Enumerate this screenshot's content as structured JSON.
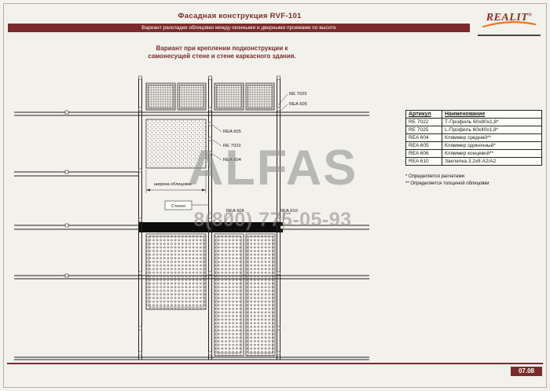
{
  "colors": {
    "accent_maroon": "#7b2b2b",
    "logo_orange": "#e87722",
    "watermark_gray": "#8a8a8a"
  },
  "header": {
    "title": "Фасадная конструкция RVF-101",
    "subtitle": "Вариант раскладки облицовки между оконными и дверными проемами по высоте"
  },
  "logo": {
    "name": "REALIT",
    "reg": "®"
  },
  "drawing": {
    "caption_line1": "Вариант при креплении подконструкции к",
    "caption_line2": "самонесущей стене и стене каркасного здания.",
    "labels": {
      "re7025": "RE 7025",
      "rea605_top": "REA 605",
      "rea605": "REA 605",
      "re7022": "RE 7022",
      "rea604": "REA 604",
      "width": "ширина облицовки",
      "glass": "Стекло",
      "rea606": "REA 606",
      "rea610": "REA 610"
    }
  },
  "watermark": {
    "line1": "ALFAS",
    "line2": "8(800) 775-05-93"
  },
  "parts_table": {
    "headers": [
      "Артикул",
      "Наименование"
    ],
    "rows": [
      [
        "RE 7022",
        "Т-Профиль 60х80х1,8*"
      ],
      [
        "RE 7025",
        "L-Профиль 60х40х1,8*"
      ],
      [
        "REA 604",
        "Кляммер средний**"
      ],
      [
        "REA 605",
        "Кляммер одиночный*"
      ],
      [
        "REA 606",
        "Кляммер концевой**"
      ],
      [
        "REA 610",
        "Заклепка 3,2х8 А2/А2"
      ]
    ],
    "footnotes": [
      "* Определяется расчетами",
      "** Определяется толщиной облицовки"
    ]
  },
  "footer": {
    "page_number": "07.08"
  }
}
